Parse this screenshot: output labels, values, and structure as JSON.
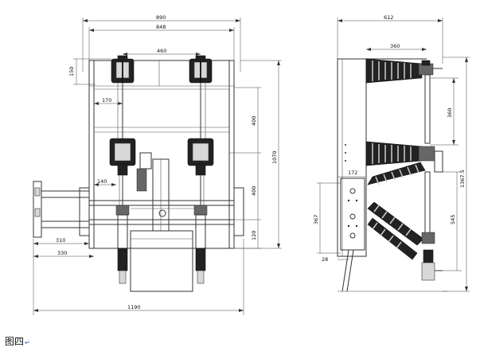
{
  "front_view": {
    "dims": {
      "overall_width": "890",
      "inner_width": "848",
      "phase_spacing": "460",
      "top_height": "150",
      "offset_170": "170",
      "offset_140": "140",
      "height_400_upper": "400",
      "height_400_lower": "400",
      "height_120": "120",
      "total_height": "1070",
      "left_310": "310",
      "left_330": "330",
      "base_width": "1190"
    }
  },
  "side_view": {
    "dims": {
      "overall_depth": "612",
      "top_360": "360",
      "vertical_360": "360",
      "total_1367": "1367.5",
      "plate_172": "172",
      "plate_367": "367",
      "lower_545": "545",
      "offset_28": "28"
    }
  },
  "caption": {
    "text": "图四",
    "mark": "↵"
  }
}
